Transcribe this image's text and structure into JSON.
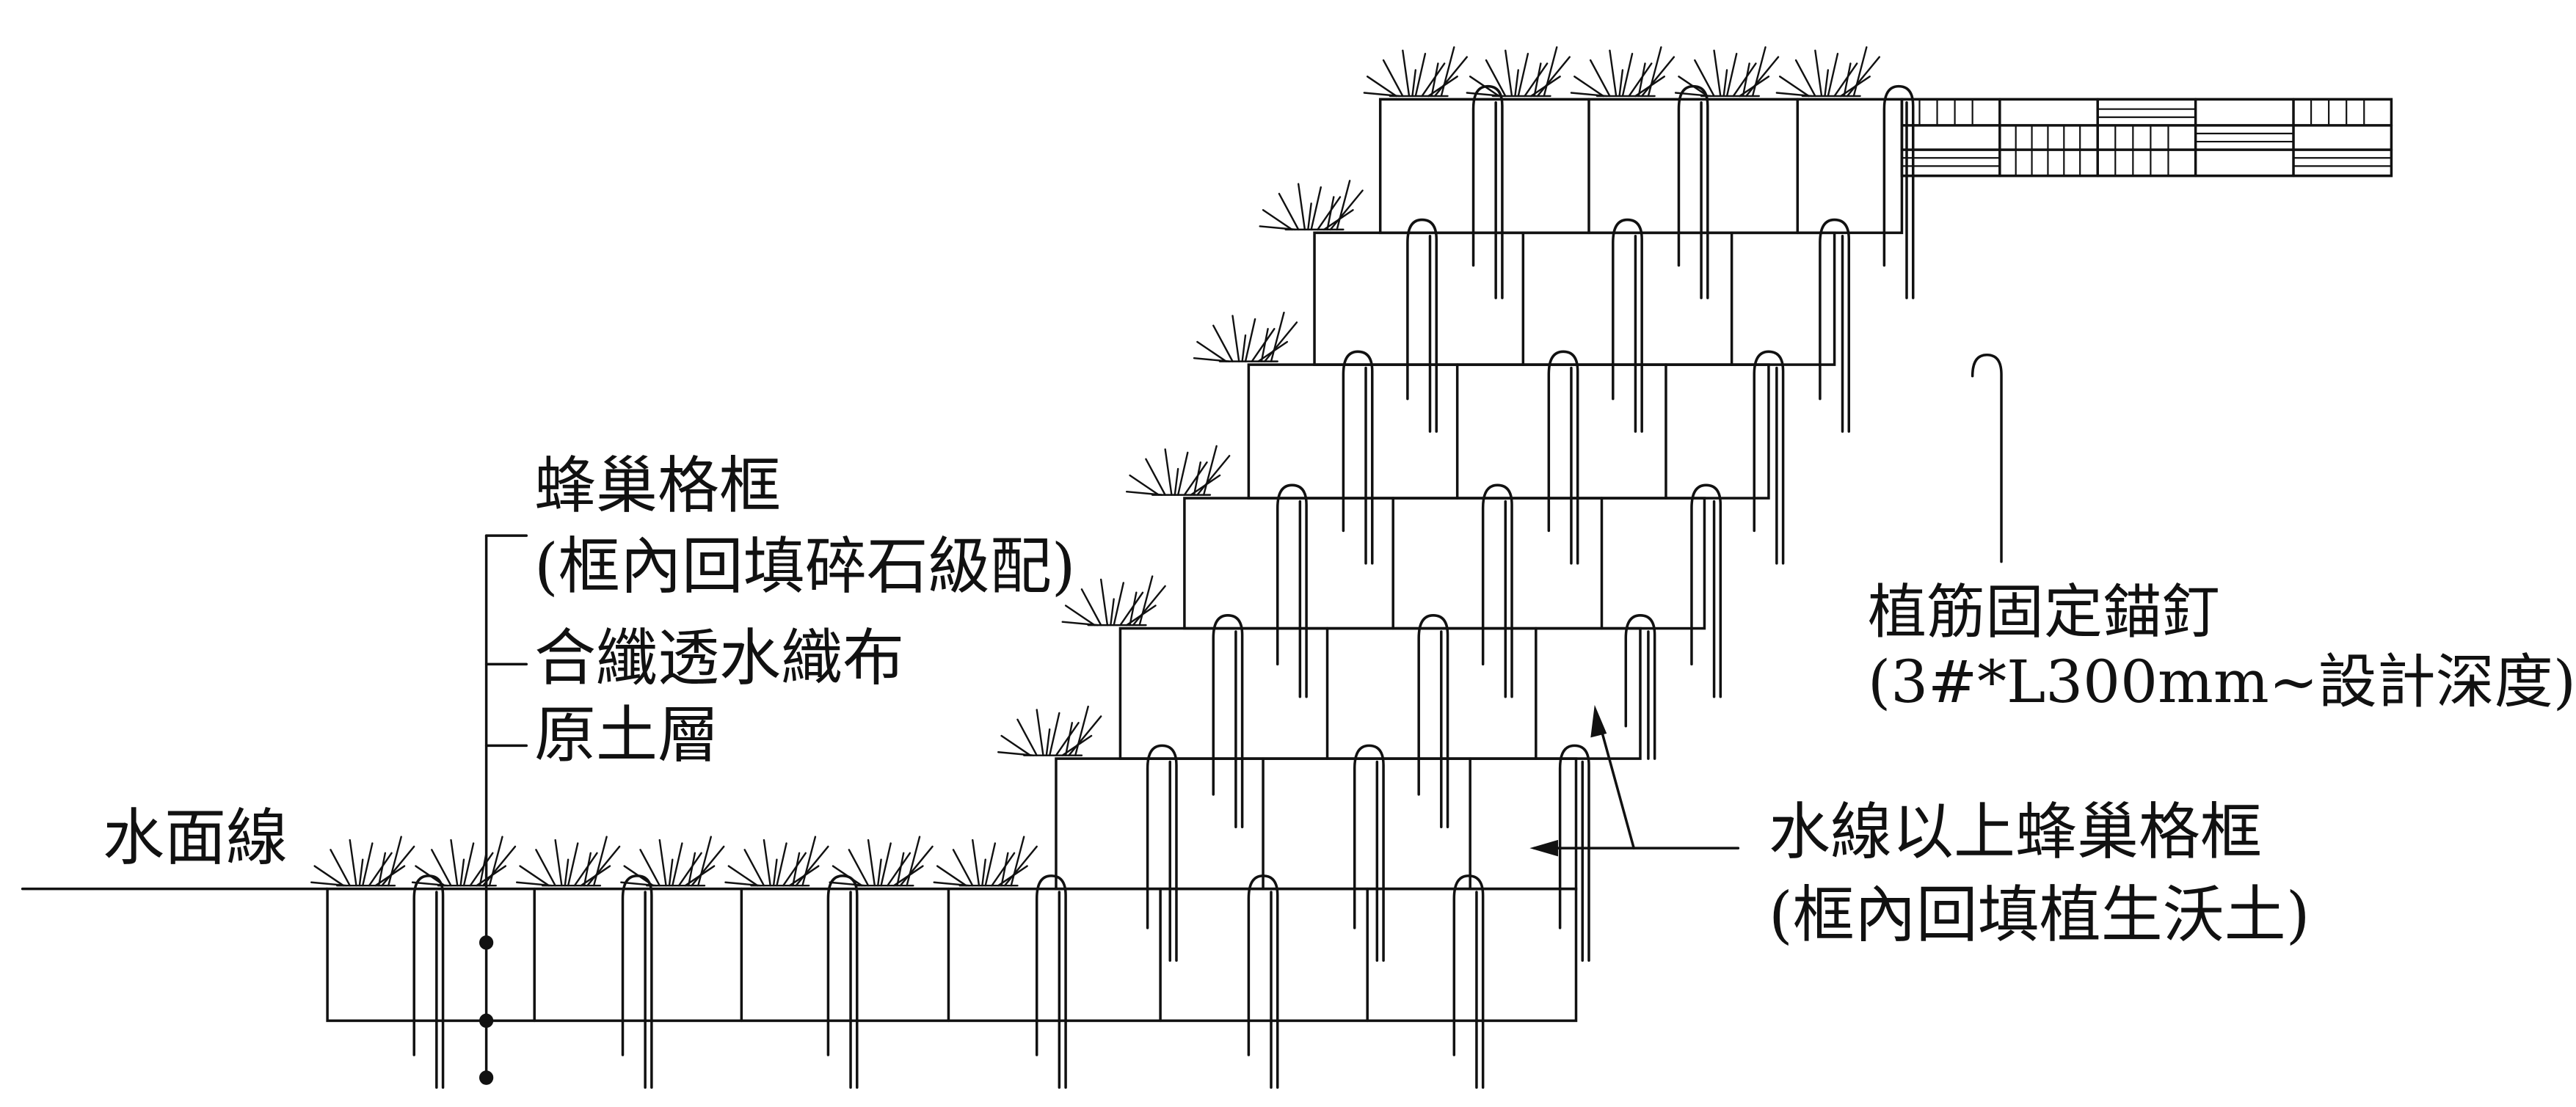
{
  "labels": {
    "honeycomb": "蜂巢格框",
    "honeycomb_fill": "(框內回填碎石級配)",
    "geotextile": "合纖透水織布",
    "original_soil": "原土層",
    "water_line": "水面線",
    "anchor": "植筋固定錨釘",
    "anchor_spec": "(3#*L300mm~設計深度)",
    "above_water": "水線以上蜂巢格框",
    "above_water_fill": "(框內回填植生沃土)"
  },
  "colors": {
    "line": "#111111",
    "background": "#ffffff"
  },
  "icons": {
    "grass": "grass-tuft-icon",
    "anchor": "anchor-pin-icon",
    "arrow": "arrow-icon"
  }
}
